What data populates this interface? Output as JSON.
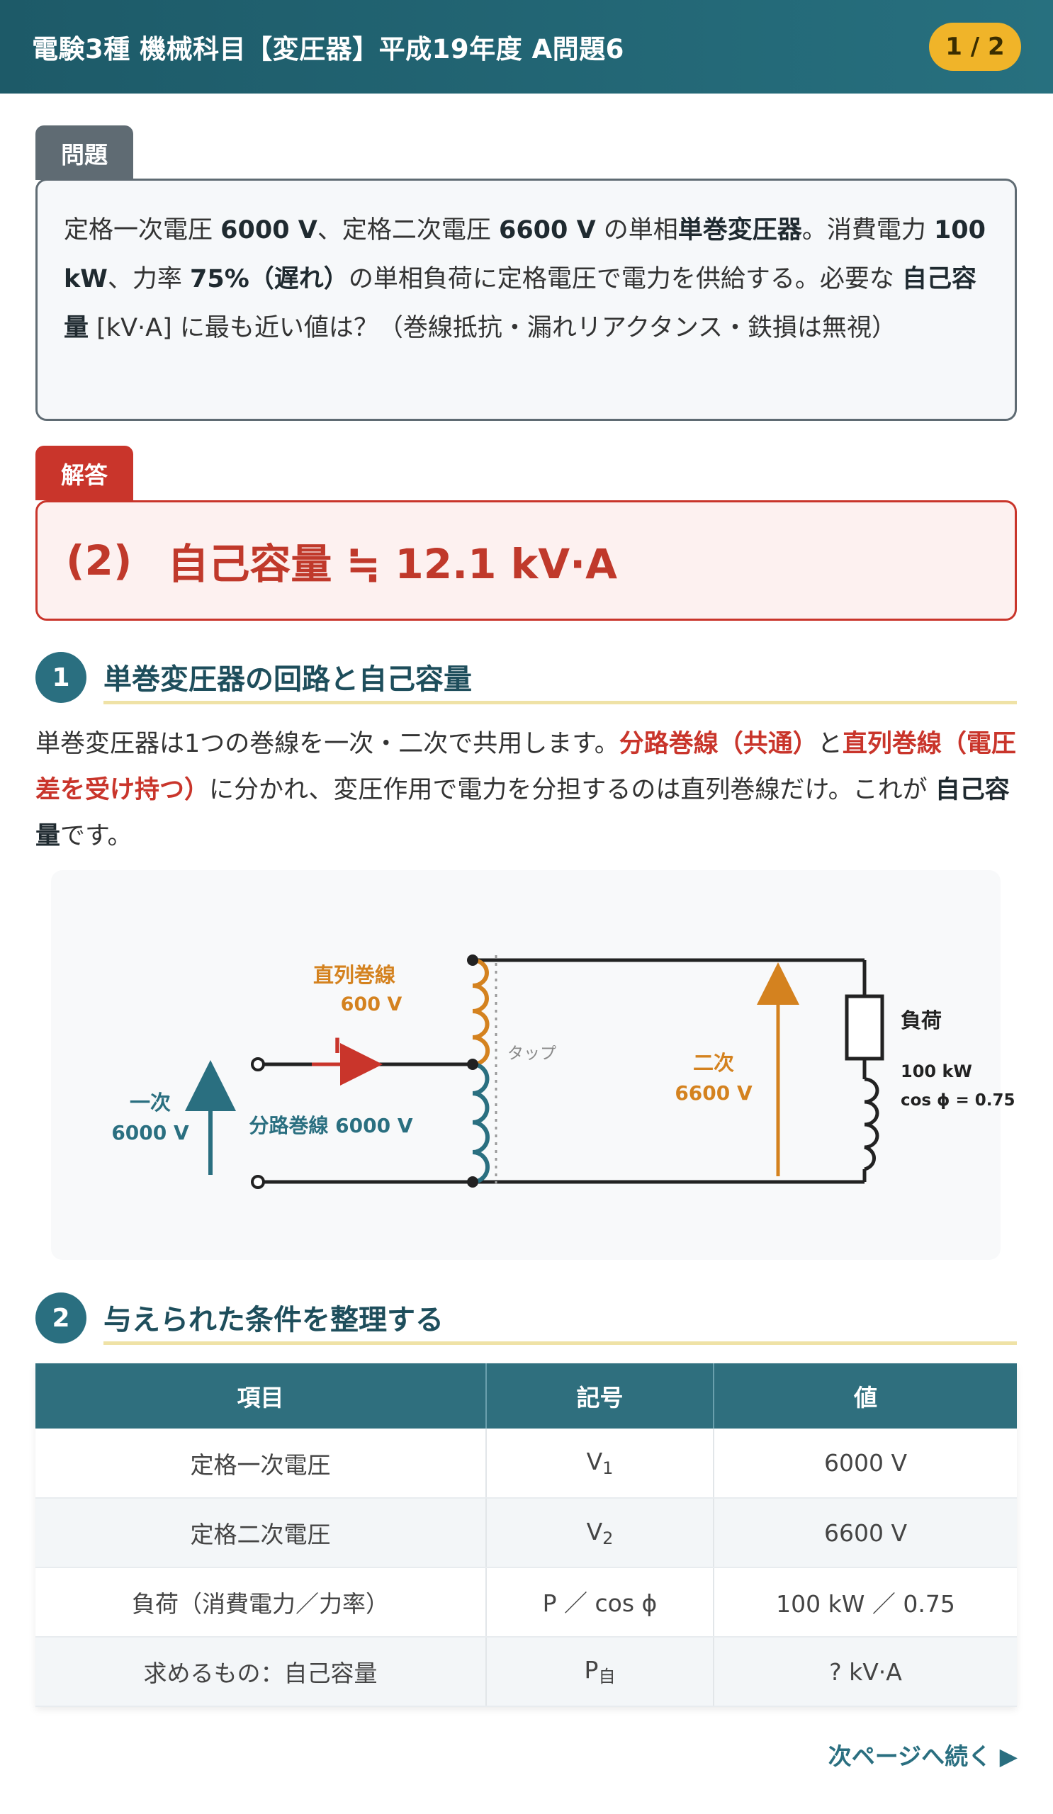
{
  "header": {
    "title": "電験3種 機械科目【変圧器】平成19年度 A問題6",
    "page": "1 / 2"
  },
  "question": {
    "tag": "問題",
    "t1": "定格一次電圧 ",
    "b1": "6000 V",
    "t2": "、定格二次電圧 ",
    "b2": "6600 V",
    "t3": " の単相",
    "b3": "単巻変圧器",
    "t4": "。消費電力 ",
    "b4": "100 kW",
    "t5": "、力率 ",
    "b5": "75%（遅れ）",
    "t6": "の単相負荷に定格電圧で電力を供給する。必要な ",
    "b6": "自己容量",
    "t7": " [kV·A] に最も近い値は？（巻線抵抗・漏れリアクタンス・鉄損は無視）"
  },
  "answer": {
    "tag": "解答",
    "number": "(2)",
    "text": "自己容量 ≒ 12.1 kV·A"
  },
  "section1": {
    "num": "1",
    "title": "単巻変圧器の回路と自己容量",
    "p1": "単巻変圧器は1つの巻線を一次・二次で共用します。",
    "r1": "分路巻線（共通）",
    "p2": "と",
    "r2": "直列巻線（電圧差を受け持つ）",
    "p3": "に分かれ、変圧作用で電力を分担するのは直列巻線だけ。これが ",
    "b1": "自己容量",
    "p4": "です。"
  },
  "diagram": {
    "series_label": "直列巻線",
    "series_voltage": "600 V",
    "current": "I",
    "tap": "タップ",
    "primary_label": "一次",
    "primary_voltage": "6000 V",
    "shunt_label": "分路巻線 6000 V",
    "secondary_label": "二次",
    "secondary_voltage": "6600 V",
    "load_label": "負荷",
    "load_power": "100 kW",
    "load_pf": "cos ϕ = 0.75"
  },
  "section2": {
    "num": "2",
    "title": "与えられた条件を整理する"
  },
  "table": {
    "headers": [
      "項目",
      "記号",
      "値"
    ],
    "rows": [
      {
        "item": "定格一次電圧",
        "sym": "V",
        "sub": "1",
        "value": "6000 V"
      },
      {
        "item": "定格二次電圧",
        "sym": "V",
        "sub": "2",
        "value": "6600 V"
      },
      {
        "item": "負荷（消費電力／力率）",
        "sym": "P ／ cos ϕ",
        "sub": "",
        "value": "100 kW ／ 0.75"
      },
      {
        "item": "求めるもの：自己容量",
        "sym": "P",
        "sub": "自",
        "value": "? kV·A"
      }
    ]
  },
  "footer": {
    "next": "次ページへ続く ▶"
  }
}
